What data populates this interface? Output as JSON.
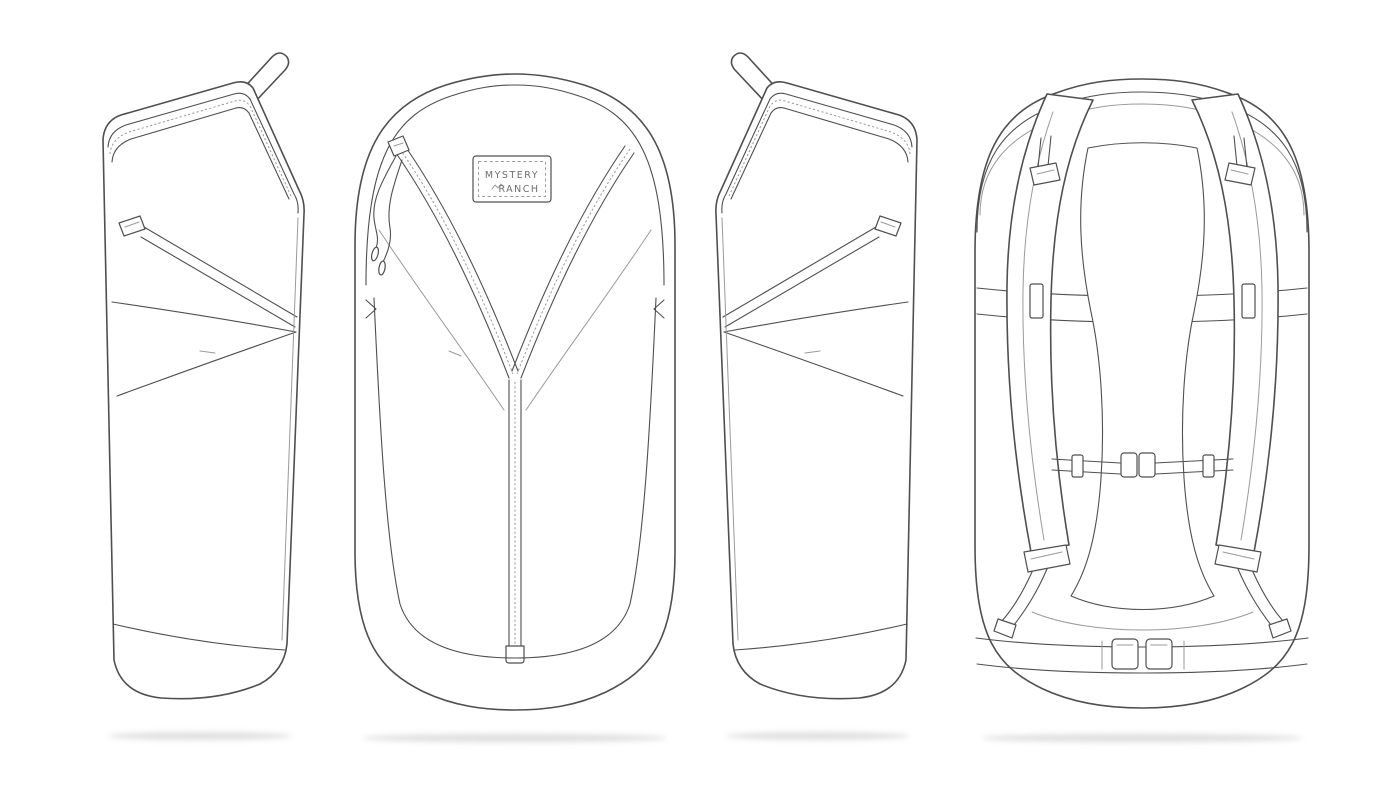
{
  "illustration": {
    "brand_label": {
      "line1": "MYSTERY",
      "line2": "RANCH"
    },
    "views": [
      {
        "id": "side-left"
      },
      {
        "id": "front"
      },
      {
        "id": "side-right"
      },
      {
        "id": "back"
      }
    ],
    "colors": {
      "line": "#4f4f4f",
      "line_light": "#9a9a9a",
      "label_text": "#6e6e6e",
      "shadow": "#c7c7c7",
      "background": "#ffffff"
    }
  }
}
